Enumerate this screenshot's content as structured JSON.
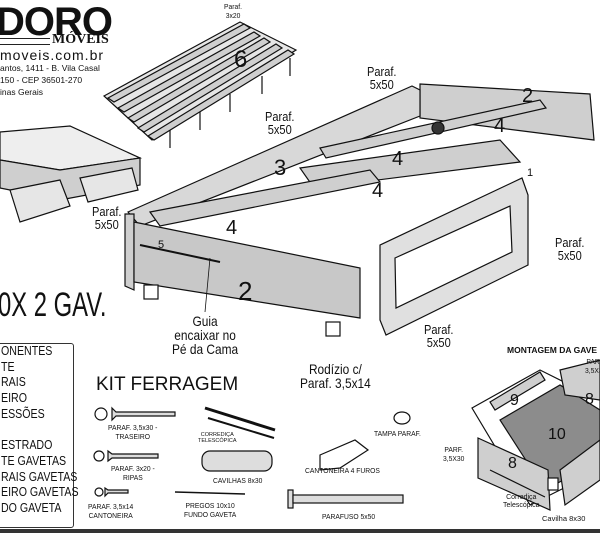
{
  "logo": {
    "brand": "DORO",
    "sub": "MÓVEIS",
    "site": "moveis.com.br",
    "address": [
      "antos, 1411 - B. Vila Casal",
      "150 - CEP 36501-270",
      "inas Gerais"
    ]
  },
  "title": "0X 2 GAV.",
  "components": [
    "ONENTES",
    "TE",
    "RAIS",
    "EIRO",
    "ESSÕES",
    "",
    "ESTRADO",
    "TE GAVETAS",
    "RAIS GAVETAS",
    "EIRO GAVETAS",
    "DO GAVETA"
  ],
  "labels": {
    "paraf_3x20": [
      "Paraf.",
      "3x20"
    ],
    "paraf_5x50": [
      "Paraf.",
      "5x50"
    ],
    "guia": [
      "Guia",
      "encaixar no",
      "Pé da Cama"
    ],
    "rodizio": [
      "Rodízio c/",
      "Paraf. 3,5x14"
    ]
  },
  "part_numbers": {
    "p1": "1",
    "p2": "2",
    "p3": "3",
    "p4": "4",
    "p5": "5",
    "p6": "6",
    "p8": "8",
    "p9": "9",
    "p10": "10"
  },
  "kit": {
    "title": "KIT FERRAGEM",
    "items": [
      [
        "PARAF. 3,5x30 -",
        "TRASEIRO"
      ],
      [
        "PARAF. 3x20 -",
        "RIPAS"
      ],
      [
        "PARAF. 3,5x14",
        "CANTONEIRA"
      ],
      [
        "CORREDIÇA",
        "TELESCÓPICA"
      ],
      [
        "CAVILHAS 8x30"
      ],
      [
        "PREGOS 10x10",
        "FUNDO GAVETA"
      ],
      [
        "CANTONEIRA 4 FUROS"
      ],
      [
        "TAMPA PARAF."
      ],
      [
        "PARAFUSO 5x50"
      ]
    ]
  },
  "drawer": {
    "title": "MONTAGEM DA GAVE",
    "paraf": [
      "PARF.",
      "3,5X30"
    ],
    "corredica": [
      "Corrediça",
      "Telescópica"
    ],
    "cavilha": "Cavilha 8x30"
  }
}
